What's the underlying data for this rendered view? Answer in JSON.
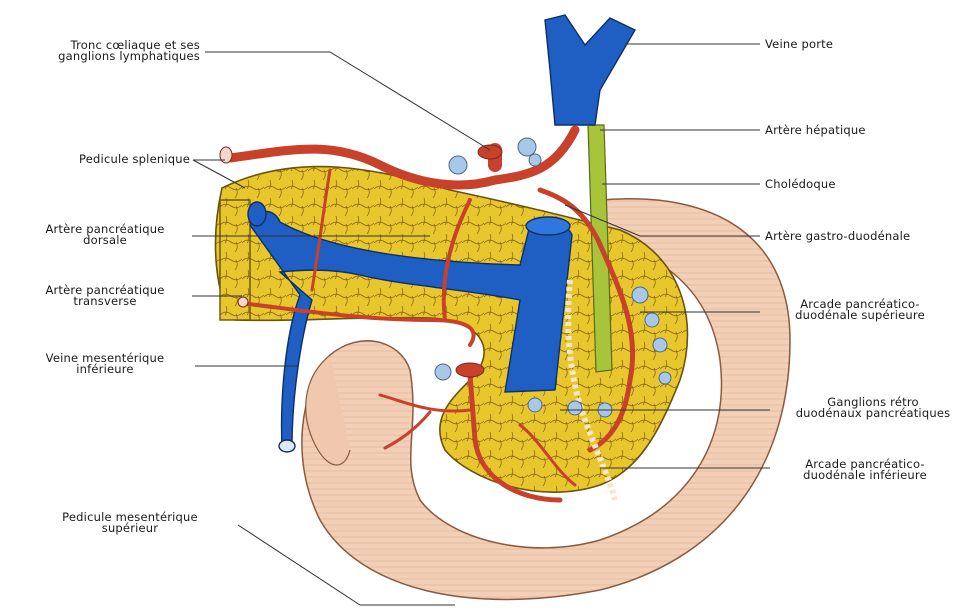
{
  "labels": {
    "left": [
      {
        "line1": "Tronc cœliaque et ses",
        "line2": "ganglions lymphatiques"
      },
      {
        "line1": "Pedicule splenique",
        "line2": ""
      },
      {
        "line1": "Artère pancréatique",
        "line2": "dorsale"
      },
      {
        "line1": "Artère pancréatique",
        "line2": "transverse"
      },
      {
        "line1": "Veine mesentérique",
        "line2": "inférieure"
      },
      {
        "line1": "Pedicule mesentérique",
        "line2": "supérieur"
      }
    ],
    "right": [
      {
        "line1": "Veine porte",
        "line2": ""
      },
      {
        "line1": "Artère hépatique",
        "line2": ""
      },
      {
        "line1": "Cholédoque",
        "line2": ""
      },
      {
        "line1": "Artère gastro-duodénale",
        "line2": ""
      },
      {
        "line1": "Arcade pancréatico-",
        "line2": "duodénale supérieure"
      },
      {
        "line1": "Ganglions rétro",
        "line2": "duodénaux pancréatiques"
      },
      {
        "line1": "Arcade  pancréatico-",
        "line2": "duodénale inférieure"
      }
    ]
  },
  "colors": {
    "vein": "#1f5fc4",
    "artery": "#c8412b",
    "pancreas": "#e8c72e",
    "duodenum": "#f2cfb6",
    "bile_duct": "#a8c43a",
    "lymph_node": "#a9c7e6",
    "leader_line": "#333333"
  }
}
